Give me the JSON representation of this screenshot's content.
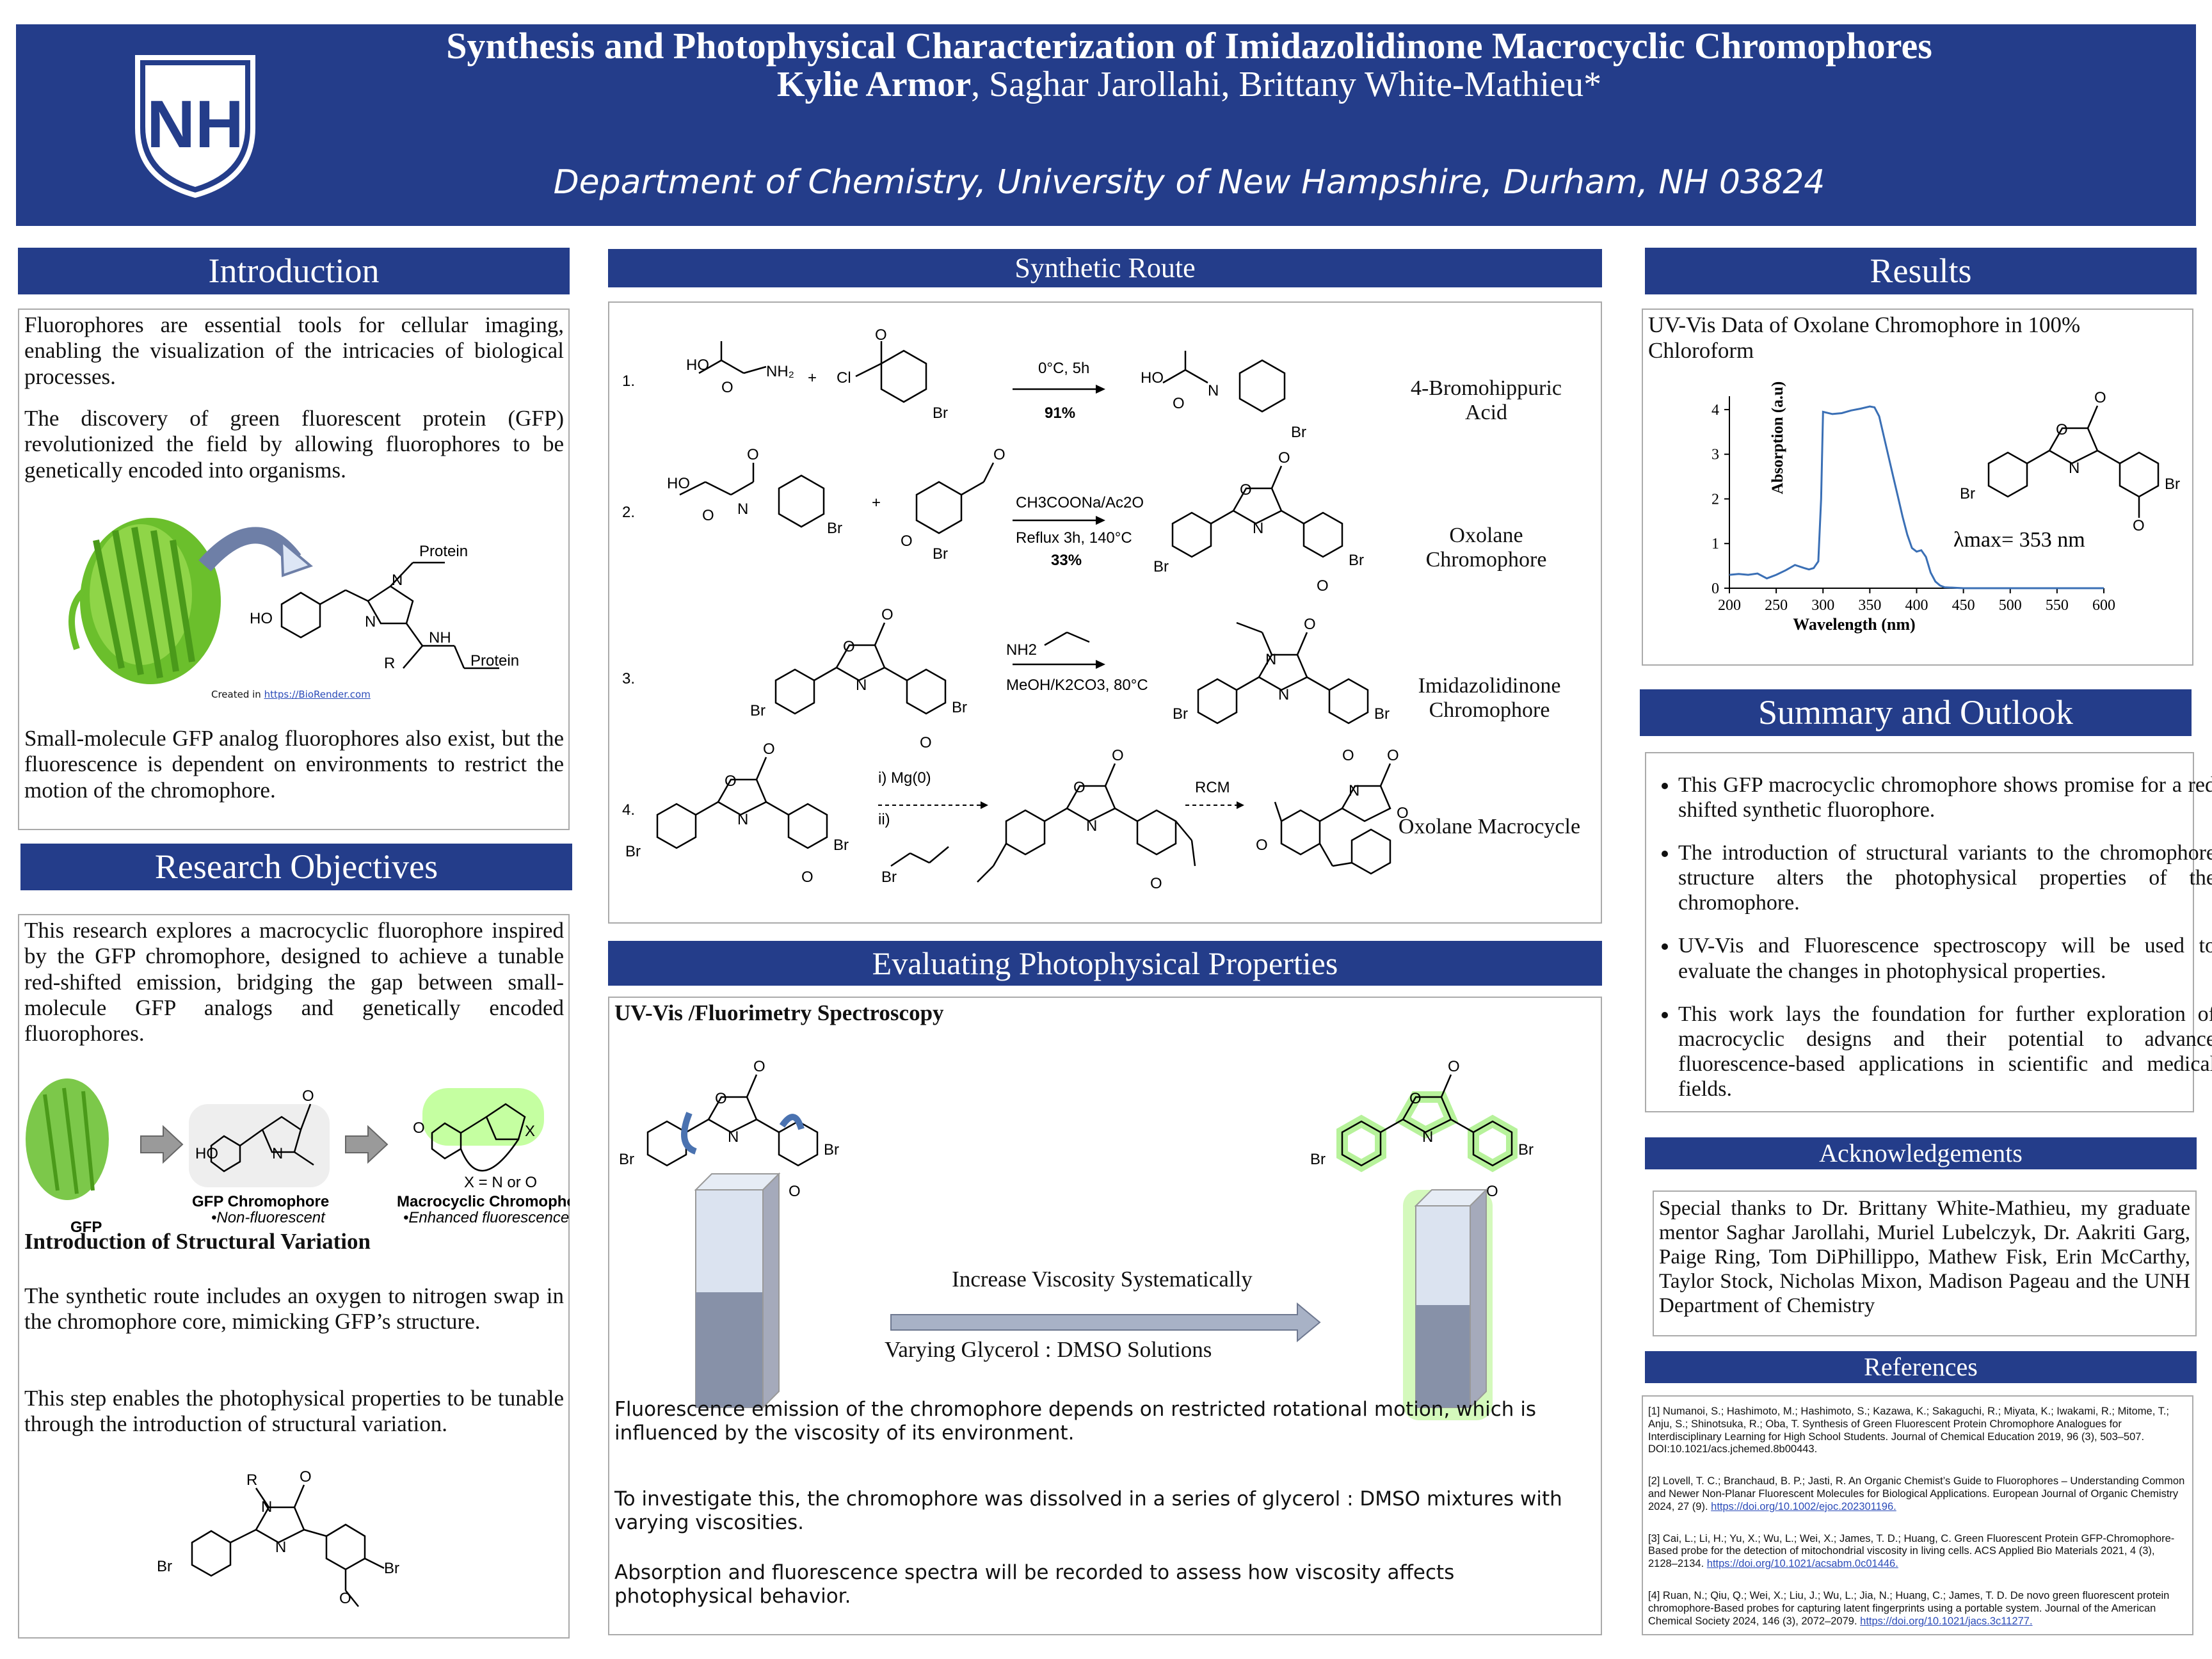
{
  "header": {
    "title": "Synthesis and Photophysical Characterization of Imidazolidinone Macrocyclic Chromophores",
    "author_lead": "Kylie Armor",
    "authors_rest": ", Saghar Jarollahi, Brittany White-Mathieu*",
    "affiliation": "Department of Chemistry, University of New Hampshire, Durham, NH 03824",
    "logo_text": "NH"
  },
  "introduction": {
    "heading": "Introduction",
    "p1": "Fluorophores are essential tools for cellular imaging, enabling the visualization of the intricacies of biological processes.",
    "p2": "The discovery of green fluorescent protein (GFP) revolutionized the field by allowing fluorophores to be genetically encoded into organisms.",
    "p3": "Small-molecule GFP analog fluorophores also exist, but the fluorescence is dependent on environments to restrict the motion of the chromophore.",
    "figure_labels": {
      "protein1": "Protein",
      "protein2": "Protein",
      "ho": "HO",
      "nh": "NH",
      "r": "R",
      "n1": "N",
      "n2": "N"
    },
    "credit_prefix": "Created in",
    "credit_link": "https://BioRender.com"
  },
  "objectives": {
    "heading": "Research Objectives",
    "p1": "This research explores a macrocyclic fluorophore inspired by the GFP chromophore, designed to achieve a tunable red-shifted emission, bridging the gap between small-molecule GFP analogs and genetically encoded fluorophores.",
    "fig": {
      "gfp": "GFP",
      "chromo": "GFP Chromophore",
      "chromo_sub": "•Non-fluorescent",
      "xeq": "X = N or O",
      "macro": "Macrocyclic Chromophore",
      "macro_sub": "•Enhanced fluorescence"
    },
    "subheading": "Introduction of Structural Variation",
    "p2": "The synthetic route includes an oxygen to nitrogen swap in the chromophore core, mimicking GFP’s structure.",
    "p3": "This step enables the photophysical properties to be tunable through the introduction of structural variation."
  },
  "synthetic": {
    "heading": "Synthetic Route",
    "steps": [
      {
        "num": "1.",
        "cond_top": "0°C, 5h",
        "cond_bottom": "91%",
        "product": "4-Bromohippuric Acid"
      },
      {
        "num": "2.",
        "cond_top": "CH3COONa/Ac2O",
        "cond_mid": "Reflux 3h, 140°C",
        "cond_bottom": "33%",
        "product": "Oxolane Chromophore"
      },
      {
        "num": "3.",
        "cond_top": "NH2",
        "cond_bottom": "MeOH/K2CO3, 80°C",
        "product": "Imidazolidinone Chromophore"
      },
      {
        "num": "4.",
        "cond_top": "i) Mg(0)",
        "cond_mid": "ii)",
        "cond_rcm": "RCM",
        "product": "Oxolane Macrocycle"
      }
    ]
  },
  "evaluating": {
    "heading": "Evaluating Photophysical Properties",
    "subheading": "UV-Vis /Fluorimetry Spectroscopy",
    "arrow_label": "Increase Viscosity Systematically",
    "arrow_sub": "Varying Glycerol : DMSO Solutions",
    "p1": "Fluorescence emission of the chromophore depends on restricted rotational motion, which is influenced by the viscosity of its environment.",
    "p2": "To investigate this, the chromophore was dissolved in a series of glycerol : DMSO mixtures with varying viscosities.",
    "p3": "Absorption and fluorescence spectra will be recorded to assess how viscosity affects photophysical behavior."
  },
  "results": {
    "heading": "Results",
    "caption": "UV-Vis Data of Oxolane Chromophore in 100% Chloroform",
    "lambda_label": "λmax= 353 nm"
  },
  "chart_data": {
    "type": "line",
    "xlabel": "Wavelength (nm)",
    "ylabel": "Absorption (a.u)",
    "xlim": [
      200,
      600
    ],
    "ylim": [
      0,
      4.3
    ],
    "xticks": [
      200,
      250,
      300,
      350,
      400,
      450,
      500,
      550,
      600
    ],
    "yticks": [
      0,
      1,
      2,
      3,
      4
    ],
    "series": [
      {
        "color": "#3a6fb5",
        "x": [
          200,
          210,
          220,
          230,
          240,
          250,
          260,
          270,
          280,
          285,
          290,
          295,
          298,
          300,
          310,
          320,
          330,
          340,
          350,
          355,
          360,
          365,
          370,
          375,
          380,
          385,
          390,
          395,
          400,
          405,
          410,
          415,
          420,
          425,
          430,
          440,
          450,
          500,
          550,
          600
        ],
        "y": [
          0.3,
          0.32,
          0.3,
          0.33,
          0.22,
          0.3,
          0.4,
          0.52,
          0.45,
          0.42,
          0.45,
          0.6,
          2.0,
          3.95,
          3.9,
          3.92,
          3.98,
          4.02,
          4.07,
          4.05,
          3.85,
          3.4,
          2.95,
          2.5,
          2.05,
          1.6,
          1.2,
          0.9,
          0.82,
          0.85,
          0.7,
          0.35,
          0.15,
          0.06,
          0.02,
          0.01,
          0.0,
          0.0,
          0.0,
          0.0
        ]
      }
    ]
  },
  "summary": {
    "heading": "Summary and Outlook",
    "items": [
      "This GFP macrocyclic chromophore shows promise for a red shifted synthetic fluorophore.",
      "The introduction of structural variants to the chromophore structure alters the photophysical properties of the chromophore.",
      "UV-Vis and Fluorescence spectroscopy will be used to evaluate the changes in photophysical properties.",
      "This work lays the foundation for further exploration of macrocyclic designs and their potential to advance fluorescence-based applications in scientific and medical fields."
    ]
  },
  "acknowledgements": {
    "heading": "Acknowledgements",
    "text": "Special thanks to Dr. Brittany White-Mathieu, my graduate mentor Saghar Jarollahi, Muriel Lubelczyk, Dr. Aakriti Garg, Paige Ring, Tom DiPhillippo, Mathew Fisk, Erin McCarthy, Taylor Stock, Nicholas Mixon, Madison Pageau and the UNH Department of Chemistry"
  },
  "references": {
    "heading": "References",
    "items": [
      {
        "text": "[1] Numanoi, S.; Hashimoto, M.; Hashimoto, S.; Kazawa, K.; Sakaguchi, R.; Miyata, K.; Iwakami, R.; Mitome, T.; Anju, S.; Shinotsuka, R.; Oba, T. Synthesis of Green Fluorescent Protein Chromophore Analogues for Interdisciplinary Learning for High School Students. Journal of Chemical Education 2019, 96 (3), 503–507. DOI:10.1021/acs.jchemed.8b00443.",
        "link": ""
      },
      {
        "text": "[2] Lovell, T. C.; Branchaud, B. P.; Jasti, R. An Organic Chemist’s Guide to Fluorophores – Understanding Common and Newer Non-Planar Fluorescent Molecules for Biological Applications. European Journal of Organic Chemistry 2024, 27 (9).",
        "link": "https://doi.org/10.1002/ejoc.202301196."
      },
      {
        "text": "[3] Cai, L.; Li, H.; Yu, X.; Wu, L.; Wei, X.; James, T. D.; Huang, C. Green Fluorescent Protein GFP-Chromophore-Based probe for the detection of mitochondrial viscosity in living cells. ACS Applied Bio Materials 2021, 4 (3), 2128–2134.",
        "link": "https://doi.org/10.1021/acsabm.0c01446."
      },
      {
        "text": "[4] Ruan, N.; Qiu, Q.; Wei, X.; Liu, J.; Wu, L.; Jia, N.; Huang, C.; James, T. D. De novo green fluorescent protein chromophore-Based probes for capturing latent fingerprints using a portable system. Journal of the American Chemical Society 2024, 146 (3), 2072–2079.",
        "link": "https://doi.org/10.1021/jacs.3c11277."
      }
    ]
  }
}
